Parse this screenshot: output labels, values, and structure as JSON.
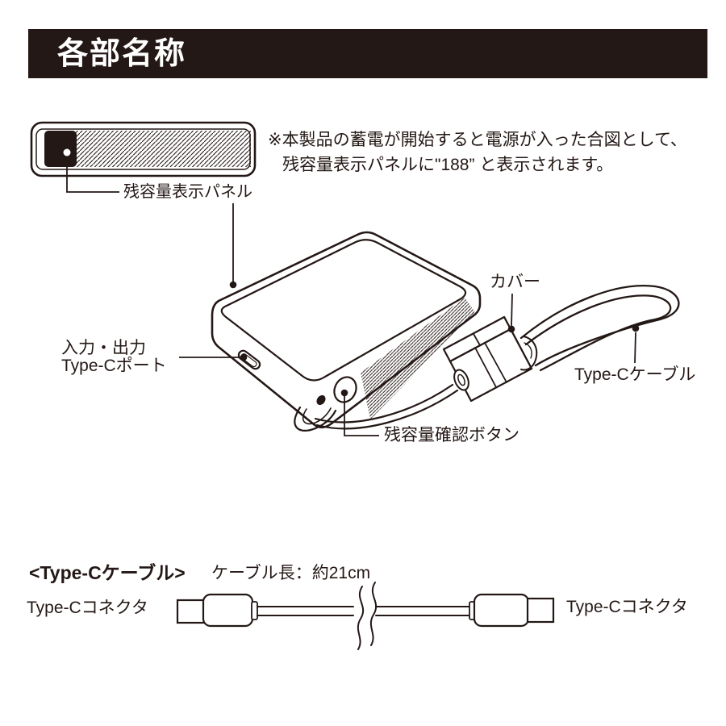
{
  "header": {
    "title": "各部名称"
  },
  "note": {
    "line1": "※本製品の蓄電が開始すると電源が入った合図として、",
    "line2": "残容量表示パネルに\"188” と表示されます。"
  },
  "panel_view": {
    "label": "残容量表示パネル"
  },
  "device_view": {
    "cover_label": "カバー",
    "port_label_line1": "入力・出力",
    "port_label_line2": "Type-Cポート",
    "cable_label": "Type-Cケーブル",
    "button_label": "残容量確認ボタン"
  },
  "cable_section": {
    "heading": "<Type-Cケーブル>",
    "length_note": "ケーブル長：約21cm",
    "left_connector_label": "Type-Cコネクタ",
    "right_connector_label": "Type-Cコネクタ"
  },
  "colors": {
    "ink": "#231815",
    "background": "#ffffff"
  }
}
